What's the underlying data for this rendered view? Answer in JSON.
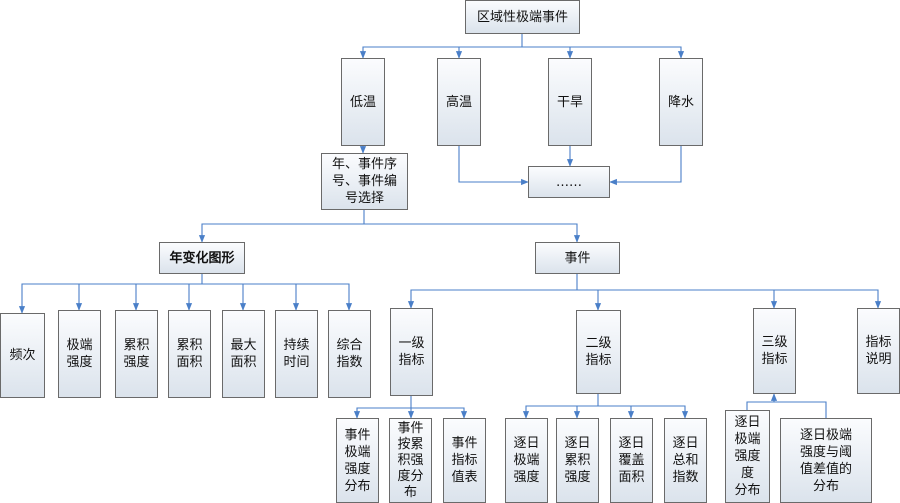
{
  "nodes": [
    {
      "id": "root",
      "label": "区域性极端事件"
    },
    {
      "id": "low",
      "label": "低温"
    },
    {
      "id": "high",
      "label": "高温"
    },
    {
      "id": "drought",
      "label": "干旱"
    },
    {
      "id": "rain",
      "label": "降水"
    },
    {
      "id": "select",
      "label": "年、事件序\n号、事件编\n号选择"
    },
    {
      "id": "ellipsis",
      "label": "……"
    },
    {
      "id": "annual",
      "label": "年变化图形"
    },
    {
      "id": "event",
      "label": "事件"
    },
    {
      "id": "freq",
      "label": "频次"
    },
    {
      "id": "intensity",
      "label": "极端\n强度"
    },
    {
      "id": "cumint",
      "label": "累积\n强度"
    },
    {
      "id": "cumarea",
      "label": "累积\n面积"
    },
    {
      "id": "maxarea",
      "label": "最大\n面积"
    },
    {
      "id": "duration",
      "label": "持续\n时间"
    },
    {
      "id": "composite",
      "label": "综合\n指数"
    },
    {
      "id": "l1",
      "label": "一级\n指标"
    },
    {
      "id": "l2",
      "label": "二级\n指标"
    },
    {
      "id": "l3",
      "label": "三级\n指标"
    },
    {
      "id": "desc",
      "label": "指标\n说明"
    },
    {
      "id": "l1a",
      "label": "事件\n极端\n强度\n分布"
    },
    {
      "id": "l1b",
      "label": "事件\n按累\n积强\n度分\n布"
    },
    {
      "id": "l1c",
      "label": "事件\n指标\n值表"
    },
    {
      "id": "l2a",
      "label": "逐日\n极端\n强度"
    },
    {
      "id": "l2b",
      "label": "逐日\n累积\n强度"
    },
    {
      "id": "l2c",
      "label": "逐日\n覆盖\n面积"
    },
    {
      "id": "l2d",
      "label": "逐日\n总和\n指数"
    },
    {
      "id": "l3a",
      "label": "逐日\n极端\n强度度\n分布"
    },
    {
      "id": "l3b",
      "label": "逐日极端\n强度与阈\n值差值的\n分布"
    }
  ]
}
